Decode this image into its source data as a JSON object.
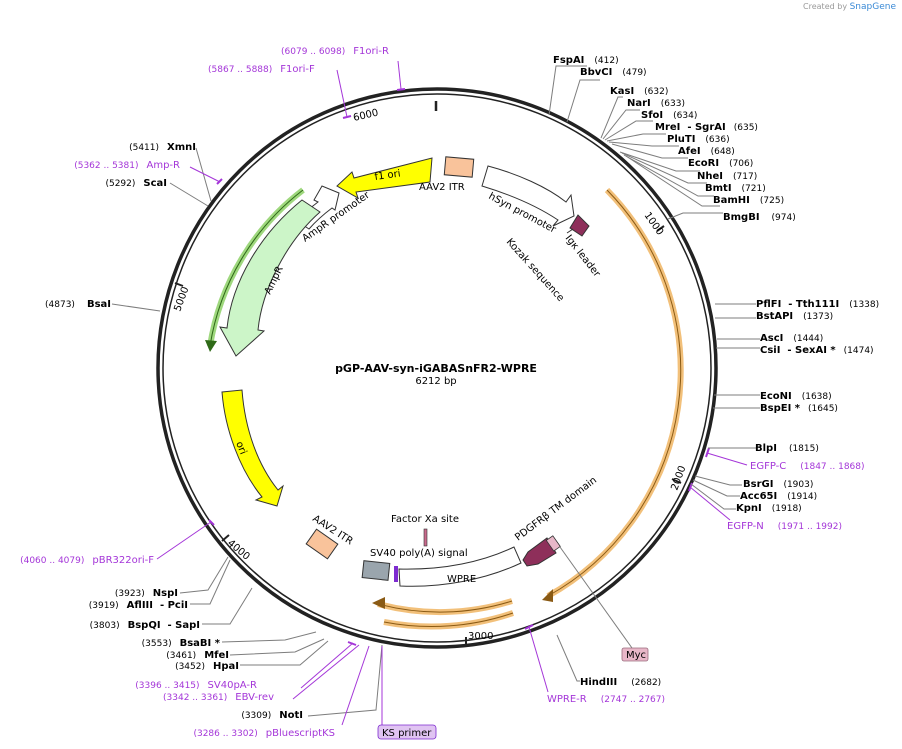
{
  "credit": {
    "prefix": "Created by",
    "brand": "SnapGene"
  },
  "plasmid": {
    "name": "pGP-AAV-syn-iGABASnFR2-WPRE",
    "size": "6212 bp"
  },
  "ticks": [
    "1000",
    "2000",
    "3000",
    "4000",
    "5000",
    "6000"
  ],
  "features": [
    {
      "id": "f1-ori",
      "label": "f1 ori",
      "color": "#ffff00"
    },
    {
      "id": "aav2-itr-top",
      "label": "AAV2 ITR",
      "color": "#f9c39b"
    },
    {
      "id": "hsyn-promoter",
      "label": "hSyn promoter",
      "color": "#ffffff"
    },
    {
      "id": "igk-leader",
      "label": "Igκ leader",
      "color": "#8e2f5a"
    },
    {
      "id": "kozak",
      "label": "Kozak sequence"
    },
    {
      "id": "ampr-promoter",
      "label": "AmpR promoter",
      "color": "#ffffff"
    },
    {
      "id": "ampr",
      "label": "AmpR",
      "color": "#ccf5c8"
    },
    {
      "id": "ori",
      "label": "ori",
      "color": "#ffff00"
    },
    {
      "id": "aav2-itr-bottom",
      "label": "AAV2 ITR",
      "color": "#f9c39b"
    },
    {
      "id": "factor-xa",
      "label": "Factor Xa site"
    },
    {
      "id": "sv40-polya",
      "label": "SV40 poly(A) signal",
      "color": "#9aa5ad"
    },
    {
      "id": "wpre",
      "label": "WPRE",
      "color": "#ffffff"
    },
    {
      "id": "pdgfrb",
      "label": "PDGFRβ TM domain",
      "color": "#8e2f5a"
    },
    {
      "id": "myc",
      "label": "Myc",
      "color": "#e8b7c8"
    }
  ],
  "sites": [
    {
      "name": "FspAI",
      "pos": "(412)"
    },
    {
      "name": "BbvCI",
      "pos": "(479)"
    },
    {
      "name": "KasI",
      "pos": "(632)"
    },
    {
      "name": "NarI",
      "pos": "(633)"
    },
    {
      "name": "SfoI",
      "pos": "(634)"
    },
    {
      "name": "MreI  - SgrAI",
      "pos": "(635)"
    },
    {
      "name": "PluTI",
      "pos": "(636)"
    },
    {
      "name": "AfeI",
      "pos": "(648)"
    },
    {
      "name": "EcoRI",
      "pos": "(706)"
    },
    {
      "name": "NheI",
      "pos": "(717)"
    },
    {
      "name": "BmtI",
      "pos": "(721)"
    },
    {
      "name": "BamHI",
      "pos": "(725)"
    },
    {
      "name": "BmgBI",
      "pos": "(974)"
    },
    {
      "name": "PflFI  - Tth111I",
      "pos": "(1338)"
    },
    {
      "name": "BstAPI",
      "pos": "(1373)"
    },
    {
      "name": "AscI",
      "pos": "(1444)"
    },
    {
      "name": "CsiI  - SexAI *",
      "pos": "(1474)"
    },
    {
      "name": "EcoNI",
      "pos": "(1638)"
    },
    {
      "name": "BspEI *",
      "pos": "(1645)"
    },
    {
      "name": "BlpI",
      "pos": "(1815)"
    },
    {
      "name": "BsrGI",
      "pos": "(1903)"
    },
    {
      "name": "Acc65I",
      "pos": "(1914)"
    },
    {
      "name": "KpnI",
      "pos": "(1918)"
    },
    {
      "name": "HindIII",
      "pos": "(2682)"
    },
    {
      "name": "NotI",
      "pos": "(3309)"
    },
    {
      "name": "HpaI",
      "pos": "(3452)"
    },
    {
      "name": "MfeI",
      "pos": "(3461)"
    },
    {
      "name": "BsaBI *",
      "pos": "(3553)"
    },
    {
      "name": "BspQI  - SapI",
      "pos": "(3803)"
    },
    {
      "name": "AflIII  - PciI",
      "pos": "(3919)"
    },
    {
      "name": "NspI",
      "pos": "(3923)"
    },
    {
      "name": "BsaI",
      "pos": "(4873)"
    },
    {
      "name": "ScaI",
      "pos": "(5292)"
    },
    {
      "name": "XmnI",
      "pos": "(5411)"
    }
  ],
  "primers": [
    {
      "name": "F1ori-R",
      "pos": "(6079 .. 6098)"
    },
    {
      "name": "F1ori-F",
      "pos": "(5867 .. 5888)"
    },
    {
      "name": "Amp-R",
      "pos": "(5362 .. 5381)"
    },
    {
      "name": "EGFP-C",
      "pos": "(1847 .. 1868)"
    },
    {
      "name": "EGFP-N",
      "pos": "(1971 .. 1992)"
    },
    {
      "name": "pBR322ori-F",
      "pos": "(4060 .. 4079)"
    },
    {
      "name": "SV40pA-R",
      "pos": "(3396 .. 3415)"
    },
    {
      "name": "EBV-rev",
      "pos": "(3342 .. 3361)"
    },
    {
      "name": "pBluescriptKS",
      "pos": "(3286 .. 3302)"
    },
    {
      "name": "WPRE-R",
      "pos": "(2747 .. 2767)"
    },
    {
      "name": "KS primer",
      "pos": ""
    }
  ]
}
